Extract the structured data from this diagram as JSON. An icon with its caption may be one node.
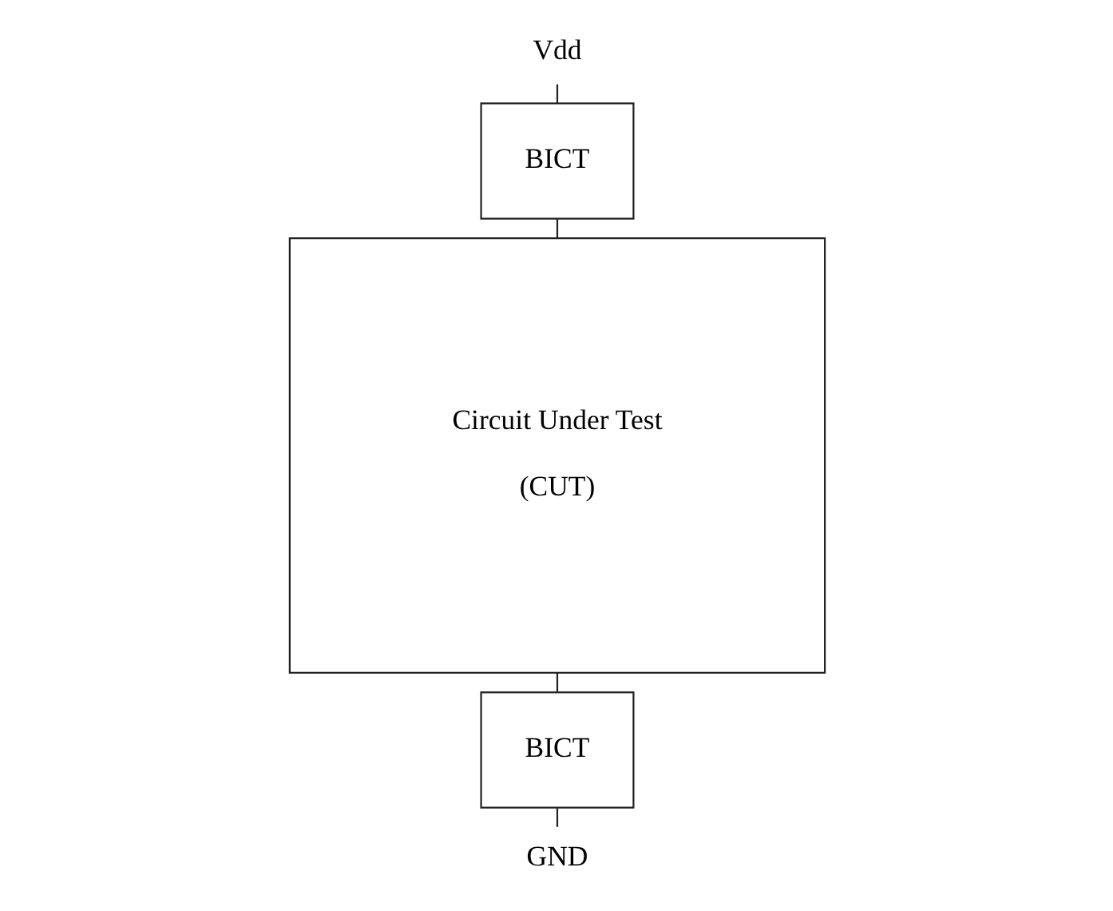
{
  "diagram": {
    "nodes": [
      {
        "text": [
          "Vdd"
        ]
      },
      {
        "text": [
          "BICT"
        ]
      },
      {
        "text": [
          "Circuit Under Test",
          "(CUT)"
        ]
      },
      {
        "text": [
          "BICT"
        ]
      },
      {
        "text": [
          "GND"
        ]
      }
    ],
    "edges": [
      {
        "from": 0,
        "to": 1,
        "arrow": "none"
      },
      {
        "from": 1,
        "to": 2,
        "arrow": "none"
      },
      {
        "from": 2,
        "to": 3,
        "arrow": "none"
      },
      {
        "from": 3,
        "to": 4,
        "arrow": "none"
      }
    ]
  }
}
